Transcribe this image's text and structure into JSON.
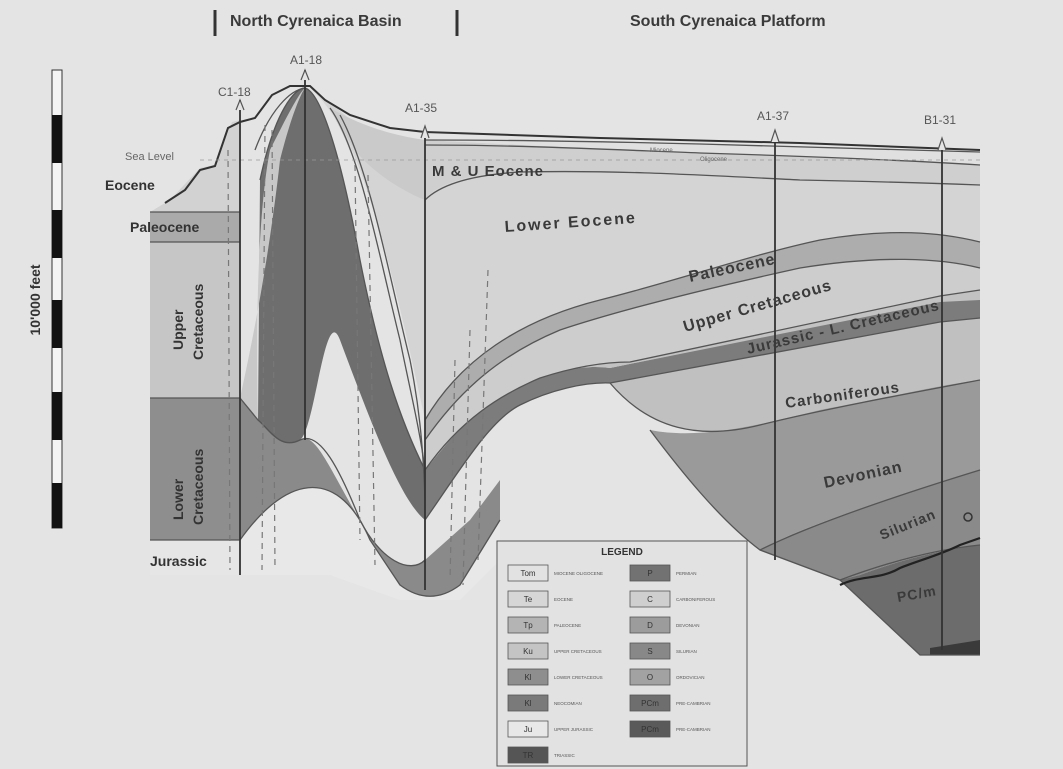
{
  "headers": {
    "north_basin": "North Cyrenaica Basin",
    "south_platform": "South Cyrenaica Platform"
  },
  "scale_bar": {
    "label": "10'000 feet"
  },
  "wells": [
    "C1-18",
    "A1-18",
    "A1-35",
    "A1-37",
    "B1-31"
  ],
  "sea_level": "Sea Level",
  "left_labels": {
    "eocene": "Eocene",
    "paleocene": "Paleocene",
    "upper_cretaceous": [
      "Upper",
      "Cretaceous"
    ],
    "lower_cretaceous": [
      "Lower",
      "Cretaceous"
    ],
    "jurassic": "Jurassic"
  },
  "formation_labels": {
    "mu_eocene": "M & U Eocene",
    "lower_eocene": "Lower Eocene",
    "paleocene": "Paleocene",
    "upper_cretaceous": "Upper Cretaceous",
    "jurassic_l_cretaceous": "Jurassic - L. Cretaceous",
    "carboniferous": "Carboniferous",
    "devonian": "Devonian",
    "silurian": "Silurian",
    "pcm": "PC/m",
    "miocene": "Miocene",
    "oligocene": "Oligocene"
  },
  "legend": {
    "title": "LEGEND",
    "left": [
      {
        "code": "Tom",
        "name": "MIOCENE OLIGOCENE",
        "color": "#e2e2e2"
      },
      {
        "code": "Te",
        "name": "EOCENE",
        "color": "#d6d6d6"
      },
      {
        "code": "Tp",
        "name": "PALEOCENE",
        "color": "#b4b4b4"
      },
      {
        "code": "Ku",
        "name": "UPPER CRETACEOUS",
        "color": "#c4c4c4"
      },
      {
        "code": "Kl",
        "name": "LOWER CRETACEOUS",
        "color": "#8e8e8e"
      },
      {
        "code": "Kl",
        "name": "NEOCOMIAN",
        "color": "#7a7a7a"
      },
      {
        "code": "Ju",
        "name": "UPPER JURASSIC",
        "color": "#e8e8e8"
      },
      {
        "code": "TR",
        "name": "TRIASSIC",
        "color": "#555555"
      }
    ],
    "right": [
      {
        "code": "P",
        "name": "PERMIAN",
        "color": "#727272"
      },
      {
        "code": "C",
        "name": "CARBONIFEROUS",
        "color": "#cfcfcf"
      },
      {
        "code": "D",
        "name": "DEVONIAN",
        "color": "#9c9c9c"
      },
      {
        "code": "S",
        "name": "SILURIAN",
        "color": "#888888"
      },
      {
        "code": "O",
        "name": "ORDOVICIAN",
        "color": "#a2a2a2"
      },
      {
        "code": "PCm",
        "name": "PRE-CAMBRIAN",
        "color": "#6e6e6e"
      },
      {
        "code": "PCm",
        "name": "PRE-CAMBRIAN",
        "color": "#5a5a5a"
      }
    ]
  }
}
